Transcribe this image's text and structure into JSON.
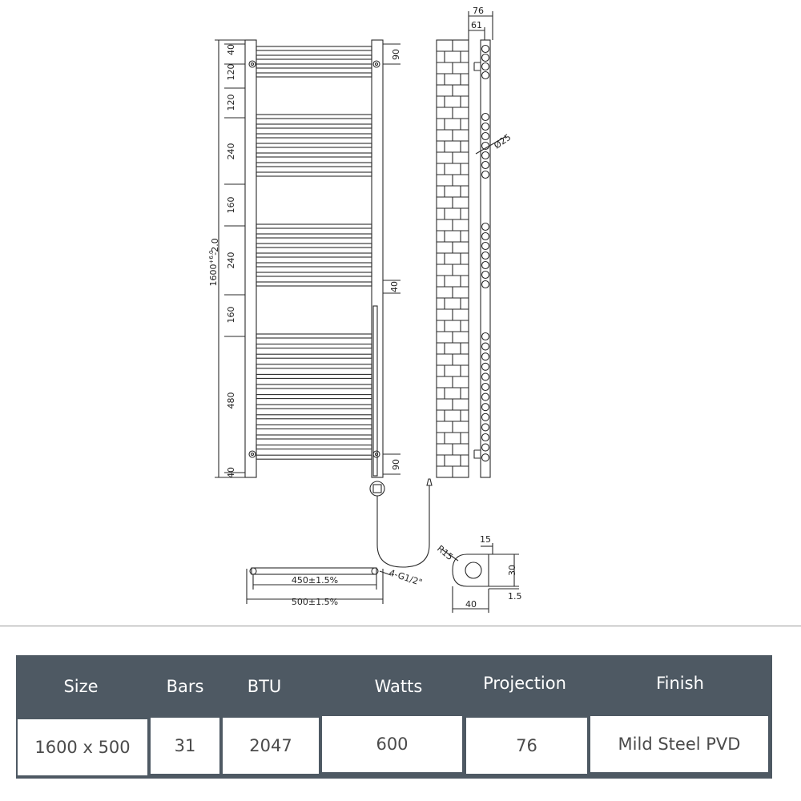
{
  "drawing": {
    "height_dims": [
      "40",
      "120",
      "120",
      "240",
      "160",
      "240",
      "160",
      "480",
      "40"
    ],
    "overall_height": "1600",
    "overall_tolerance_upper": "+6.0",
    "overall_tolerance_lower": "-2.0",
    "bracket_top": "90",
    "bracket_bottom": "90",
    "cable_offset": "40",
    "side_projection": "76",
    "side_wall_gap": "61",
    "bar_diameter": "Ø25",
    "centres": "450±1.5%",
    "width": "500±1.5%",
    "valve": "4-G1/2\"",
    "bracket_radius": "R15",
    "bracket_width": "15",
    "bracket_height": "30",
    "bracket_depth": "40",
    "bracket_thickness": "1.5",
    "colors": {
      "line": "#2a2a2a"
    }
  },
  "spec_table": {
    "colors": {
      "header_bg": "#4e5963",
      "header_text": "#ffffff",
      "cell_text": "#4b4b4b"
    },
    "headers": [
      "Size",
      "Bars",
      "BTU",
      "Watts",
      "Projection",
      "Finish"
    ],
    "values": [
      "1600 x 500",
      "31",
      "2047",
      "600",
      "76",
      "Mild Steel PVD"
    ]
  }
}
